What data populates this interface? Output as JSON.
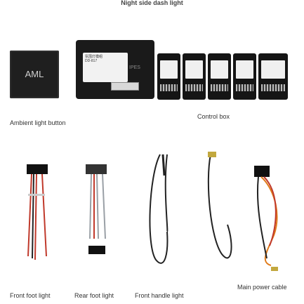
{
  "title": "Night side dash light",
  "aml_button": {
    "text": "AML"
  },
  "labels": {
    "ambient_light_button": "Ambient light button",
    "control_box": "Control box",
    "front_foot_light": "Front foot light",
    "rear_foot_light": "Rear foot light",
    "front_handle_light": "Front handle light",
    "main_power_cable": "Main power cable"
  },
  "module": {
    "sticker_line1": "氛围灯模组",
    "sticker_line2": "DD-817",
    "watermark": "IPES"
  },
  "colors": {
    "wire_red": "#c0392b",
    "wire_black": "#222222",
    "wire_gray": "#9aa0a6",
    "wire_orange": "#e07b1a",
    "module_dark": "#1a1a1a"
  }
}
